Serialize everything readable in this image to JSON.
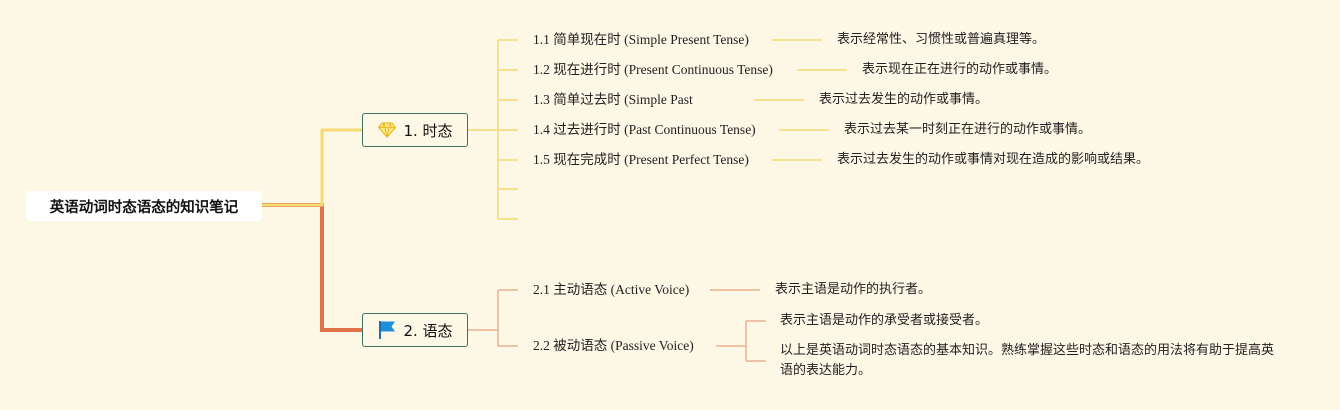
{
  "root": {
    "title": "英语动词时态语态的知识笔记"
  },
  "colors": {
    "background": "#fdf7e6",
    "root_link": "#e1724a",
    "tense_branch": "#f6d874",
    "voice_branch": "#eab08d",
    "node_border": "#3f6f60",
    "diamond_icon": "#f5c518",
    "flag_icon": "#1e8fd8"
  },
  "branches": [
    {
      "icon": "diamond-icon",
      "label": "1. 时态",
      "topics": [
        {
          "label": "1.1 简单现在时 (Simple Present Tense)",
          "note": "表示经常性、习惯性或普遍真理等。"
        },
        {
          "label": "1.2 现在进行时 (Present Continuous Tense)",
          "note": "表示现在正在进行的动作或事情。"
        },
        {
          "label": "1.3 简单过去时 (Simple Past",
          "note": "表示过去发生的动作或事情。"
        },
        {
          "label": "1.4 过去进行时 (Past Continuous Tense)",
          "note": "表示过去某一时刻正在进行的动作或事情。"
        },
        {
          "label": "1.5 现在完成时 (Present Perfect Tense)",
          "note": "表示过去发生的动作或事情对现在造成的影响或结果。"
        }
      ]
    },
    {
      "icon": "flag-icon",
      "label": "2. 语态",
      "topics": [
        {
          "label": "2.1 主动语态 (Active Voice)",
          "notes": [
            "表示主语是动作的执行者。"
          ]
        },
        {
          "label": "2.2 被动语态 (Passive Voice)",
          "notes": [
            "表示主语是动作的承受者或接受者。",
            "以上是英语动词时态语态的基本知识。熟练掌握这些时态和语态的用法将有助于提高英语的表达能力。"
          ]
        }
      ]
    }
  ]
}
